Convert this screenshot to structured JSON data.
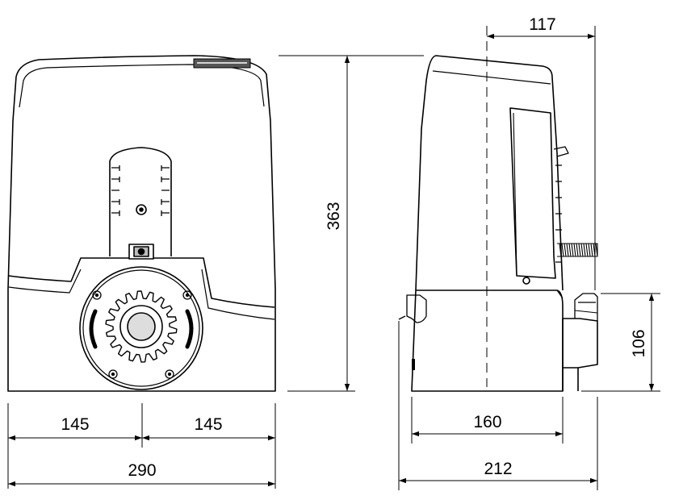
{
  "diagram": {
    "line_color": "#000000",
    "background": "#ffffff",
    "dimensions": {
      "front_left_half": "145",
      "front_right_half": "145",
      "front_total_width": "290",
      "overall_height": "363",
      "side_top_offset": "117",
      "side_base_depth": "160",
      "side_total_depth": "212",
      "side_bracket_height": "106"
    },
    "views": [
      {
        "id": "front-view",
        "parts": [
          "housing",
          "lid",
          "gear-plate",
          "pinion-gear",
          "release-lock",
          "base"
        ]
      },
      {
        "id": "side-view",
        "parts": [
          "housing",
          "cover-panel",
          "base",
          "limit-switch",
          "threaded-rod",
          "mounting-bracket"
        ]
      }
    ]
  }
}
